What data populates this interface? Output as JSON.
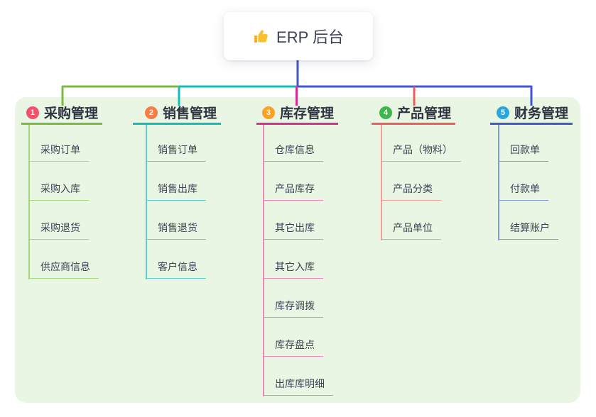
{
  "root": {
    "label": "ERP 后台",
    "icon": "thumbs-up-icon"
  },
  "colors": {
    "root_line": "#4156cf",
    "panel_bg": "#eaf6e4",
    "root_box_bg": "#ffffff",
    "title_text": "#2e3440",
    "child_text": "#3c4453",
    "thumb_icon": "#f6c12d"
  },
  "branches": [
    {
      "number": "1",
      "title": "采购管理",
      "colors": {
        "main": "#7cb93f",
        "light": "#a8d67d",
        "circle": "#f4516c"
      },
      "children": [
        "采购订单",
        "采购入库",
        "采购退货",
        "供应商信息"
      ]
    },
    {
      "number": "2",
      "title": "销售管理",
      "colors": {
        "main": "#10bdbb",
        "light": "#5ecfc8",
        "circle": "#f87c46"
      },
      "children": [
        "销售订单",
        "销售出库",
        "销售退货",
        "客户信息"
      ]
    },
    {
      "number": "3",
      "title": "库存管理",
      "colors": {
        "main": "#d82c90",
        "light": "#f186bd",
        "circle": "#fba226"
      },
      "children": [
        "仓库信息",
        "产品库存",
        "其它出库",
        "其它入库",
        "库存调拨",
        "库存盘点",
        "出库库明细"
      ]
    },
    {
      "number": "4",
      "title": "产品管理",
      "colors": {
        "main": "#f15b5d",
        "light": "#f59b99",
        "circle": "#3cb64d"
      },
      "children": [
        "产品（物料）",
        "产品分类",
        "产品单位"
      ]
    },
    {
      "number": "5",
      "title": "财务管理",
      "colors": {
        "main": "#4156cf",
        "light": "#8199df",
        "circle": "#2ba6dd"
      },
      "children": [
        "回款单",
        "付款单",
        "结算账户"
      ]
    }
  ]
}
